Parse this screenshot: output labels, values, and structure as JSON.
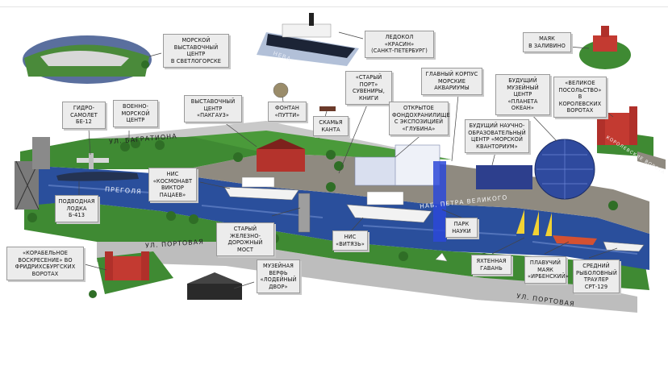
{
  "labels": [
    {
      "id": "exhibition-center",
      "text": "Морской\nвыставочный\nцентр\nв Светлогорске"
    },
    {
      "id": "icebreaker",
      "text": "Ледокол\n«Красин»\n(Санкт-Петербург)"
    },
    {
      "id": "lighthouse-bay",
      "text": "Маяк\nв заливино"
    },
    {
      "id": "old-port",
      "text": "«Старый\nпорт»\nсувениры,\nкниги"
    },
    {
      "id": "main-building",
      "text": "Главный корпус\nморские\nаквариумы"
    },
    {
      "id": "future-museum-planet",
      "text": "Будущий\nмузейный центр\n«Планета\nокеан»"
    },
    {
      "id": "royal-embassy",
      "text": "«Великое\nпосольство»\nв Королевских\nворотах"
    },
    {
      "id": "seaplane",
      "text": "Гидро-\nсамолет\nБе-12"
    },
    {
      "id": "naval-center",
      "text": "Военно-\nморской\nцентр"
    },
    {
      "id": "pakgauz",
      "text": "Выставочный\nцентр\n«Пакгауз»"
    },
    {
      "id": "fountain",
      "text": "Фонтан\n«Путти»"
    },
    {
      "id": "kant-bench",
      "text": "Скамья\nКанта"
    },
    {
      "id": "open-storage",
      "text": "Открытое\nфондохранилище\nс экспозицией\n«Глубина»"
    },
    {
      "id": "future-research-center",
      "text": "Будущий научно-\nобразовательный\nцентр «Морской\nКванториум»"
    },
    {
      "id": "nis-kosmonavt",
      "text": "НИС\n«Космонавт\nВиктор\nПацаев»"
    },
    {
      "id": "submarine",
      "text": "Подводная\nлодка\nБ-413"
    },
    {
      "id": "old-bridge",
      "text": "Старый железно-\nдорожный мост"
    },
    {
      "id": "nis-vityaz",
      "text": "НИС\n«Витязь»"
    },
    {
      "id": "science-park",
      "text": "Парк\nнауки"
    },
    {
      "id": "yacht-harbor",
      "text": "Яхтенная\nгавань"
    },
    {
      "id": "floating-lighthouse",
      "text": "Плавучий\nмаяк\n«Ирбенский»"
    },
    {
      "id": "trawler",
      "text": "Средний\nрыболовный\nтраулер\nСРТ-129"
    },
    {
      "id": "ship-resurrection",
      "text": "«Корабельное\nвоскресение» во\nФридрихсбургских\nворотах"
    },
    {
      "id": "museum-shipyard",
      "text": "Музейная\nверфь\n«Лодейный\nдвор»"
    }
  ],
  "streets": [
    {
      "id": "bagration",
      "text": "ул. Багратиона"
    },
    {
      "id": "pregolya",
      "text": "Преголя"
    },
    {
      "id": "petra-velikogo",
      "text": "наб. Петра Великого"
    },
    {
      "id": "portovaya-1",
      "text": "ул. Портовая"
    },
    {
      "id": "portovaya-2",
      "text": "ул. Портовая"
    },
    {
      "id": "neva",
      "text": "Нева"
    },
    {
      "id": "korolevskie",
      "text": "Королевские ворота"
    }
  ],
  "colors": {
    "water": "#2a4f9c",
    "land": "#3f8a33",
    "promenade": "#8f8a80",
    "label_bg": "#ececec"
  }
}
